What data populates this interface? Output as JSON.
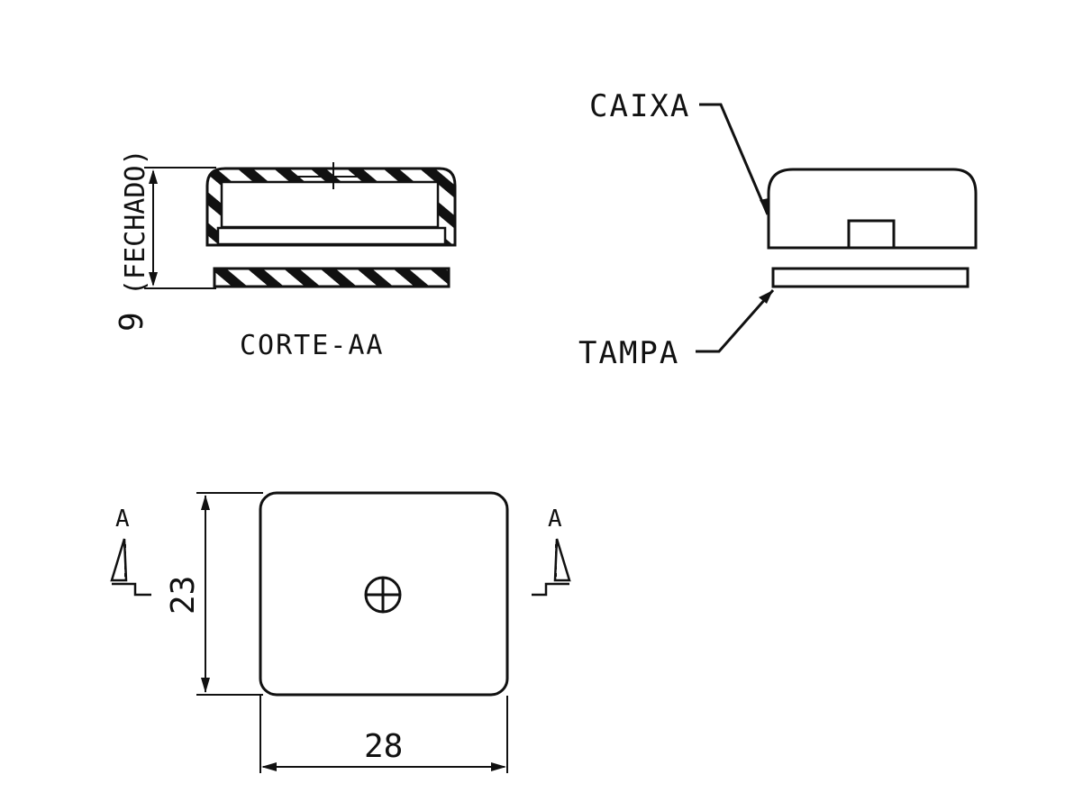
{
  "section": {
    "title": "CORTE-AA",
    "height_dim": "9",
    "height_note": "(FECHADO)"
  },
  "iso": {
    "top_label": "CAIXA",
    "bottom_label": "TAMPA"
  },
  "plan": {
    "width_dim": "28",
    "height_dim": "23",
    "section_mark_left": "A",
    "section_mark_right": "A"
  }
}
